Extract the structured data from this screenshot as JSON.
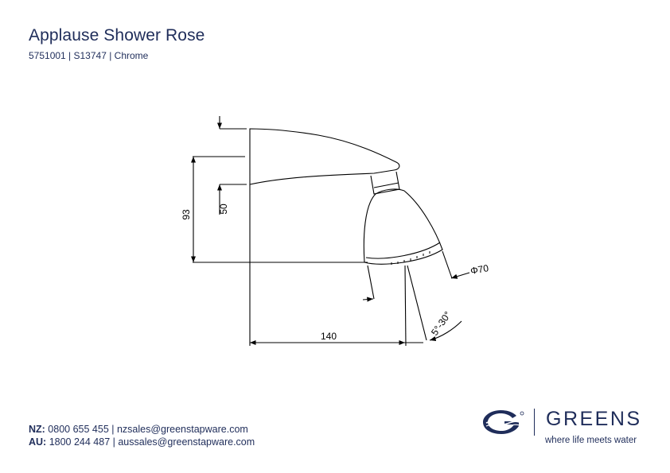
{
  "header": {
    "title": "Applause Shower Rose",
    "subtitle": "5751001 | S13747 | Chrome"
  },
  "drawing": {
    "dim_height_total": "93",
    "dim_height_arm": "50",
    "dim_diameter": "Φ70",
    "dim_length": "140",
    "dim_angle": "5°-30°"
  },
  "contact": {
    "nz_label": "NZ:",
    "nz_text": " 0800 655 455 | nzsales@greenstapware.com",
    "au_label": "AU:",
    "au_text": " 1800 244 487 | aussales@greenstapware.com"
  },
  "brand": {
    "name": "GREENS",
    "tagline": "where life meets water",
    "color": "#1f2d5a"
  }
}
